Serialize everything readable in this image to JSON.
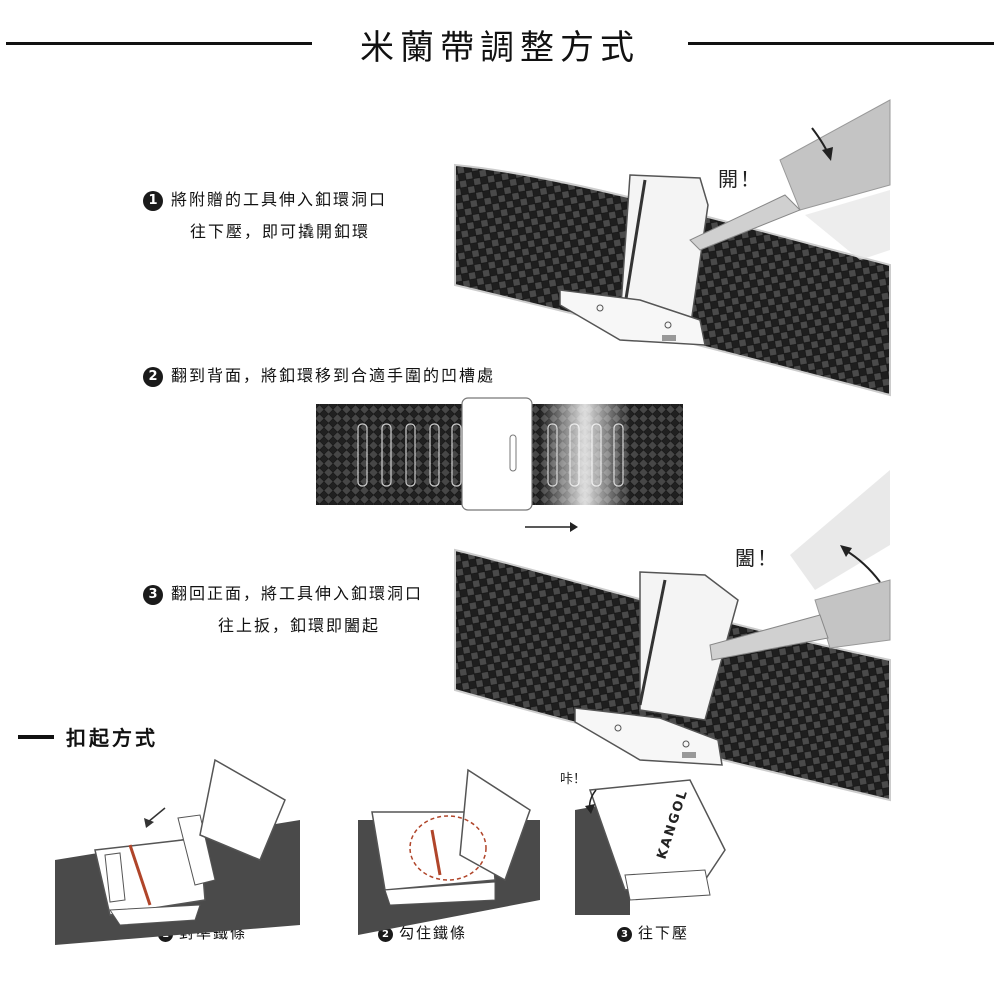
{
  "header": {
    "title": "米蘭帶調整方式"
  },
  "steps": [
    {
      "number": "1",
      "line1": "將附贈的工具伸入釦環洞口",
      "line2": "往下壓，即可撬開釦環",
      "exclaim": "開！"
    },
    {
      "number": "2",
      "line1": "翻到背面，將釦環移到合適手圍的凹槽處"
    },
    {
      "number": "3",
      "line1": "翻回正面，將工具伸入釦環洞口",
      "line2": "往上扳，釦環即闔起",
      "exclaim": "闔！"
    }
  ],
  "clasp_section": {
    "title": "扣起方式",
    "steps": [
      {
        "number": "1",
        "label": "對準鐵條"
      },
      {
        "number": "2",
        "label": "勾住鐵條"
      },
      {
        "number": "3",
        "label": "往下壓",
        "exclaim": "咔！",
        "brand": "KANGOL"
      }
    ]
  },
  "colors": {
    "mesh": "#2b2b2b",
    "tool": "#bdbdbd",
    "accent": "#b0452a"
  }
}
